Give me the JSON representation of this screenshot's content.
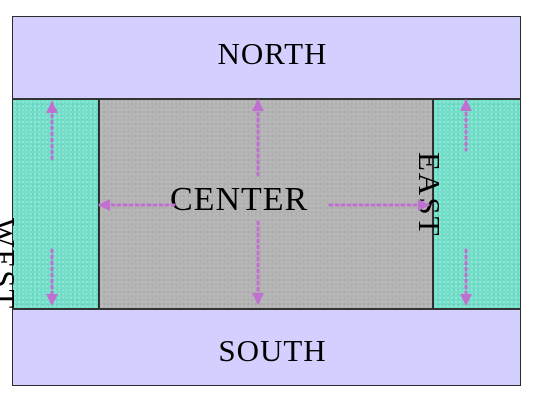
{
  "labels": {
    "north": "NORTH",
    "south": "SOUTH",
    "west": "WEST",
    "east": "EAST",
    "center": "CENTER"
  },
  "colors": {
    "north_south_fill": "#d3d0ff",
    "west_east_fill": "#71dfc9",
    "center_fill": "#b2b2b2",
    "arrow": "#c070d0",
    "border": "#333333"
  }
}
